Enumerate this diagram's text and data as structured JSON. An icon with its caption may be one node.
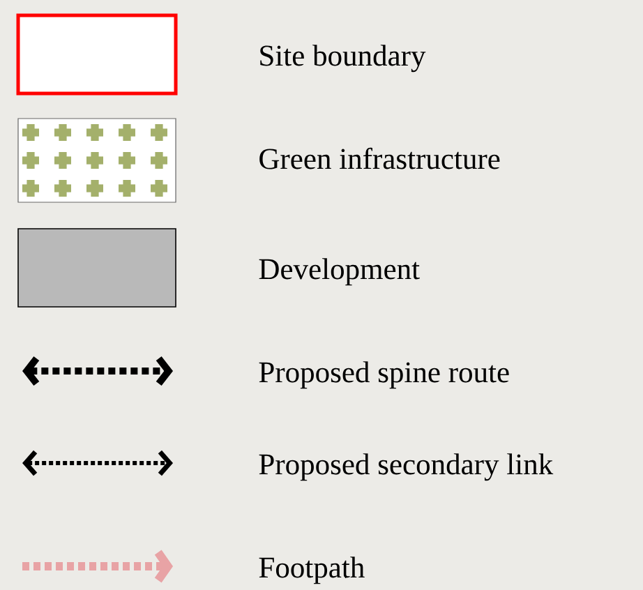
{
  "diagram": {
    "legend": [
      {
        "text": "Site boundary"
      },
      {
        "text": "Green infrastructure"
      },
      {
        "text": "Development",
        "color": "#b9b9b9"
      },
      {
        "text": "Proposed spine route"
      },
      {
        "text": "Proposed secondary link"
      },
      {
        "text": "Footpath"
      }
    ]
  }
}
